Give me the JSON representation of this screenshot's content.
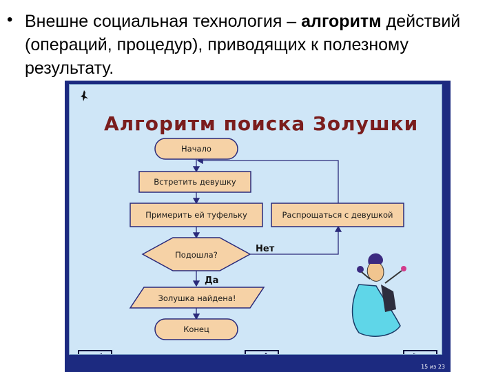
{
  "bullet": {
    "text_before": "Внешне социальная технология – ",
    "text_bold": "алгоритм",
    "text_after": " действий (операций, процедур), приводящих к полезному результату."
  },
  "diagram": {
    "title": "Алгоритм поиска Золушки",
    "nodes": {
      "start": "Начало",
      "meet": "Встретить девушку",
      "try_shoe": "Примерить ей туфельку",
      "farewell": "Распрощаться с девушкой",
      "fits": "Подошла?",
      "found": "Золушка найдена!",
      "end": "Конец"
    },
    "labels": {
      "no": "Нет",
      "yes": "Да"
    }
  },
  "nav": {
    "page": "15 из 23"
  },
  "colors": {
    "slide_frame": "#1c2a80",
    "slide_bg": "#cfe6f7",
    "node_fill": "#f6d2a6",
    "node_stroke": "#2a2a7a",
    "title": "#7a1d1d"
  }
}
